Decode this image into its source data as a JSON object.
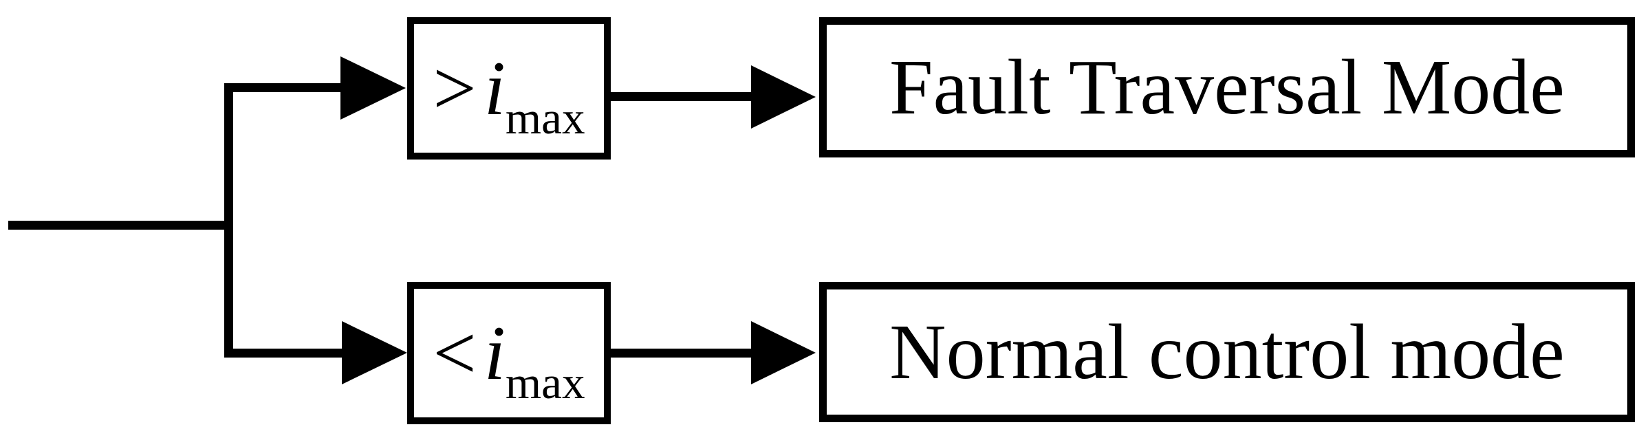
{
  "diagram": {
    "colors": {
      "background": "#ffffff",
      "stroke": "#000000",
      "text": "#000000"
    },
    "branches": [
      {
        "condition": {
          "operator": ">",
          "variable": "i",
          "subscript": "max"
        },
        "result": "Fault Traversal Mode"
      },
      {
        "condition": {
          "operator": "<",
          "variable": "i",
          "subscript": "max"
        },
        "result": "Normal control mode"
      }
    ]
  }
}
